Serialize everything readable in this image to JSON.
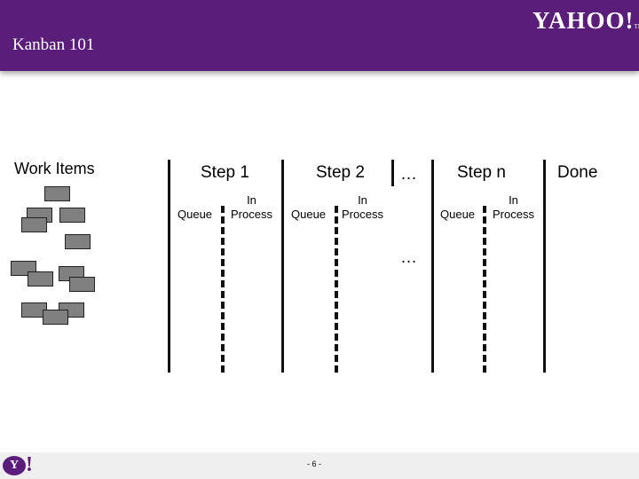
{
  "slide": {
    "title": "Kanban 101",
    "logo_text": "YAHOO!",
    "logo_tm": "TM",
    "footer_logo": "Y",
    "footer_bang": "!",
    "page_number": "- 6 -"
  },
  "diagram": {
    "work_items_label": "Work Items",
    "done_label": "Done",
    "ellipsis": "…",
    "steps": [
      {
        "title": "Step 1",
        "queue": "Queue",
        "in_process": "In\nProcess"
      },
      {
        "title": "Step 2",
        "queue": "Queue",
        "in_process": "In\nProcess"
      },
      {
        "title": "Step n",
        "queue": "Queue",
        "in_process": "In\nProcess"
      }
    ]
  },
  "colors": {
    "header": "#5a1d7a",
    "card_fill": "#808080",
    "card_border": "#222222"
  }
}
